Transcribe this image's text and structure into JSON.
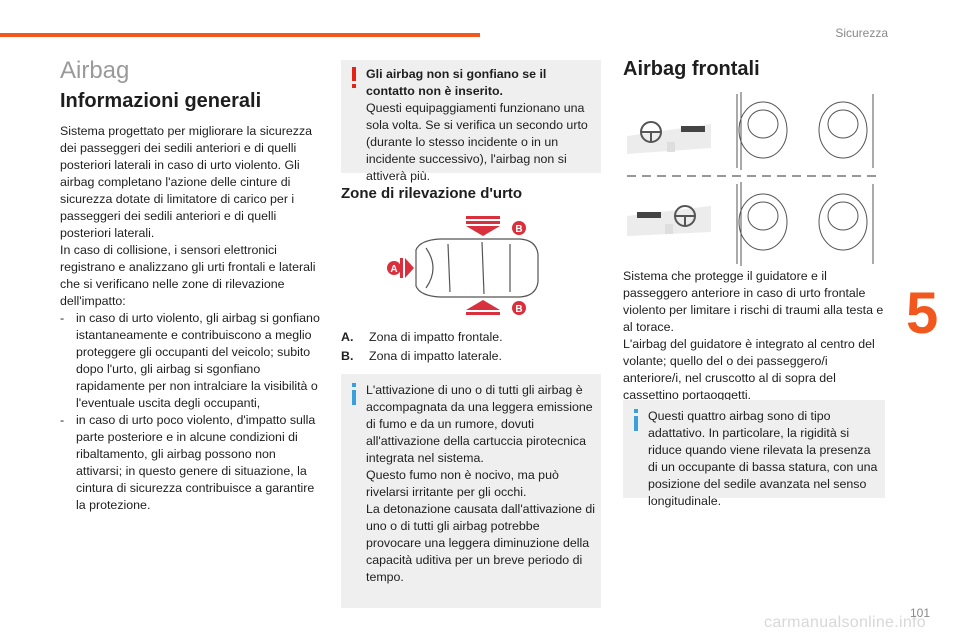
{
  "header": {
    "section": "Sicurezza",
    "chapter_number": "5",
    "page_number": "101",
    "watermark": "carmanualsonline.info"
  },
  "col1": {
    "title": "Airbag",
    "subtitle": "Informazioni generali",
    "para1": "Sistema progettato per migliorare la sicurezza dei passeggeri dei sedili anteriori e di quelli posteriori laterali in caso di urto violento. Gli airbag completano l'azione delle cinture di sicurezza dotate di limitatore di carico per i passeggeri dei sedili anteriori e di quelli posteriori laterali.",
    "para2": "In caso di collisione, i sensori elettronici registrano e analizzano gli urti frontali e laterali che si verificano nelle zone di rilevazione dell'impatto:",
    "bullets": [
      {
        "dash": "-",
        "text": "in caso di urto violento, gli airbag si gonfiano istantaneamente e contribuiscono a meglio proteggere gli occupanti del veicolo; subito dopo l'urto, gli airbag si sgonfiano rapidamente per non intralciare la visibilità o l'eventuale uscita degli occupanti,"
      },
      {
        "dash": "-",
        "text": "in caso di urto poco violento, d'impatto sulla parte posteriore e in alcune condizioni di ribaltamento, gli airbag possono non attivarsi; in questo genere di situazione, la cintura di sicurezza contribuisce a garantire la protezione."
      }
    ]
  },
  "col2": {
    "warning": {
      "bold": "Gli airbag non si gonfiano se il contatto non è inserito.",
      "text": "Questi equipaggiamenti funzionano una sola volta. Se si verifica un secondo urto (durante lo stesso incidente o in un incidente successivo), l'airbag non si attiverà più."
    },
    "zones_title": "Zone di rilevazione d'urto",
    "figure_labels": {
      "a": "A",
      "b": "B"
    },
    "legend": [
      {
        "key": "A.",
        "text": "Zona di impatto frontale."
      },
      {
        "key": "B.",
        "text": "Zona di impatto laterale."
      }
    ],
    "info": [
      "L'attivazione di uno o di tutti gli airbag è accompagnata da una leggera emissione di fumo e da un rumore, dovuti all'attivazione della cartuccia pirotecnica integrata nel sistema.",
      "Questo fumo non è nocivo, ma può rivelarsi irritante per gli occhi.",
      "La detonazione causata dall'attivazione di uno o di tutti gli airbag potrebbe provocare una leggera diminuzione della capacità uditiva per un breve periodo di tempo."
    ]
  },
  "col3": {
    "title": "Airbag frontali",
    "para1": "Sistema che protegge il guidatore e il passeggero anteriore in caso di urto frontale violento per limitare i rischi di traumi alla testa e al torace.",
    "para2": "L'airbag del guidatore è integrato al centro del volante; quello del o dei passeggero/i anteriore/i, nel cruscotto al di sopra del cassettino portaoggetti.",
    "info": "Questi quattro airbag sono di tipo adattativo. In particolare, la rigidità si riduce quando viene rilevata la presenza di un occupante di bassa statura, con una posizione del sedile avanzata nel senso longitudinale."
  },
  "colors": {
    "accent": "#f2581e",
    "info_blue": "#3aa0dc",
    "box_gray": "#efefef",
    "warning_red": "#e2231a",
    "impact_red": "#d8313d"
  }
}
